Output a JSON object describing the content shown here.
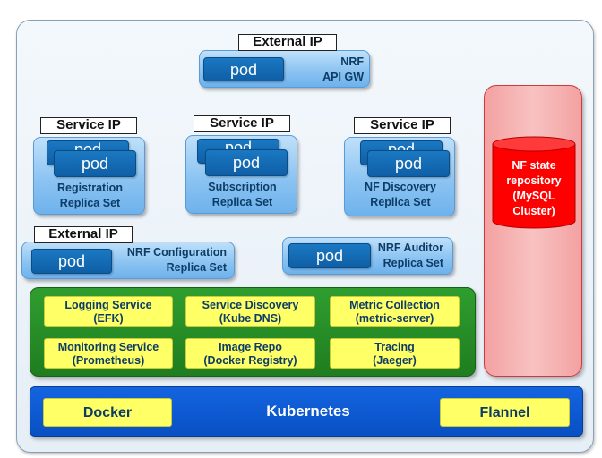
{
  "colors": {
    "frame": "#e6eef6",
    "component": "#8cc4f2",
    "pod": "#1a78c2",
    "services_panel": "#1f7d1f",
    "service_box": "#ffff66",
    "repository_panel": "#f3a1a1",
    "database": "#ff0000",
    "kubernetes_bar": "#0850c4"
  },
  "nrf_gw": {
    "ip_label": "External IP",
    "pod": "pod",
    "name_line1": "NRF",
    "name_line2": "API GW"
  },
  "registration": {
    "ip_label": "Service IP",
    "pod_back": "pod",
    "pod": "pod",
    "name_line1": "Registration",
    "name_line2": "Replica Set"
  },
  "subscription": {
    "ip_label": "Service IP",
    "pod_back": "pod",
    "pod": "pod",
    "name_line1": "Subscription",
    "name_line2": "Replica Set"
  },
  "discovery": {
    "ip_label": "Service IP",
    "pod_back": "pod",
    "pod": "pod",
    "name_line1": "NF Discovery",
    "name_line2": "Replica Set"
  },
  "configuration": {
    "ip_label": "External IP",
    "pod": "pod",
    "name_line1": "NRF Configuration",
    "name_line2": "Replica Set"
  },
  "auditor": {
    "pod": "pod",
    "name_line1": "NRF Auditor",
    "name_line2": "Replica Set"
  },
  "services": [
    {
      "line1": "Logging Service",
      "line2": "(EFK)"
    },
    {
      "line1": "Service Discovery",
      "line2": "(Kube DNS)"
    },
    {
      "line1": "Metric Collection",
      "line2": "(metric-server)"
    },
    {
      "line1": "Monitoring Service",
      "line2": "(Prometheus)"
    },
    {
      "line1": "Image Repo",
      "line2": "(Docker Registry)"
    },
    {
      "line1": "Tracing",
      "line2": "(Jaeger)"
    }
  ],
  "repository": {
    "line1": "NF state",
    "line2": "repository",
    "line3": "(MySQL",
    "line4": "Cluster)"
  },
  "platform": {
    "docker": "Docker",
    "kubernetes": "Kubernetes",
    "flannel": "Flannel"
  }
}
